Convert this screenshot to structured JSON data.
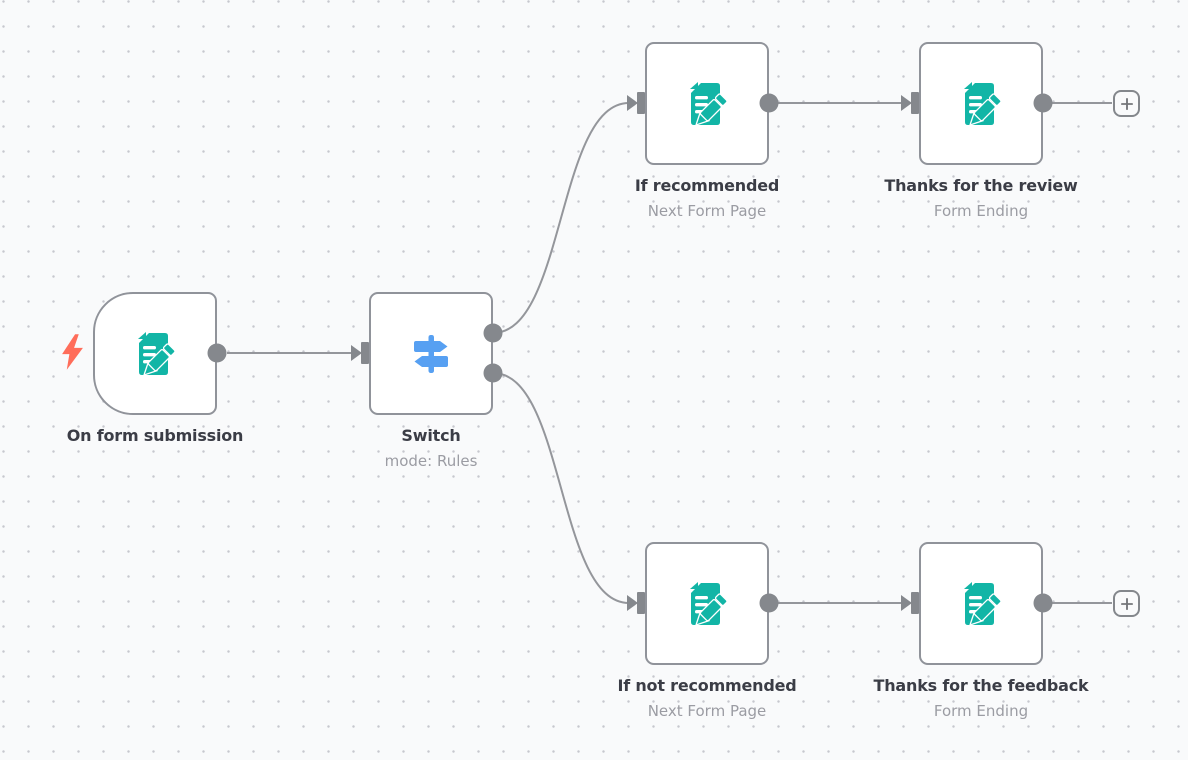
{
  "canvas": {
    "kind": "workflow-editor-canvas",
    "background_color": "#f9fafb",
    "dot_color": "#c7c8ce"
  },
  "colors": {
    "form_icon_teal": "#12b5a6",
    "switch_icon_blue": "#57a0f2",
    "trigger_bolt_coral": "#ff6d5a",
    "connector_gray": "#94969b",
    "port_gray": "#85888d",
    "node_border": "#90939a",
    "label_text": "#3b3d46",
    "subtitle_text": "#9b9ca3"
  },
  "nodes": [
    {
      "label": "On form submission",
      "subtitle": "",
      "icon": "form-pencil-icon"
    },
    {
      "label": "Switch",
      "subtitle": "mode: Rules",
      "icon": "switch-signpost-icon"
    },
    {
      "label": "If recommended",
      "subtitle": "Next Form Page",
      "icon": "form-pencil-icon"
    },
    {
      "label": "Thanks for the review",
      "subtitle": "Form Ending",
      "icon": "form-pencil-icon"
    },
    {
      "label": "If not recommended",
      "subtitle": "Next Form Page",
      "icon": "form-pencil-icon"
    },
    {
      "label": "Thanks for the feedback",
      "subtitle": "Form Ending",
      "icon": "form-pencil-icon"
    }
  ],
  "add_button": {
    "glyph": "+"
  },
  "connections": [
    {
      "from": "On form submission",
      "to": "Switch"
    },
    {
      "from": "Switch (output 1)",
      "to": "If recommended"
    },
    {
      "from": "Switch (output 2)",
      "to": "If not recommended"
    },
    {
      "from": "If recommended",
      "to": "Thanks for the review"
    },
    {
      "from": "If not recommended",
      "to": "Thanks for the feedback"
    },
    {
      "from": "Thanks for the review",
      "to": "add-node-button"
    },
    {
      "from": "Thanks for the feedback",
      "to": "add-node-button"
    }
  ]
}
